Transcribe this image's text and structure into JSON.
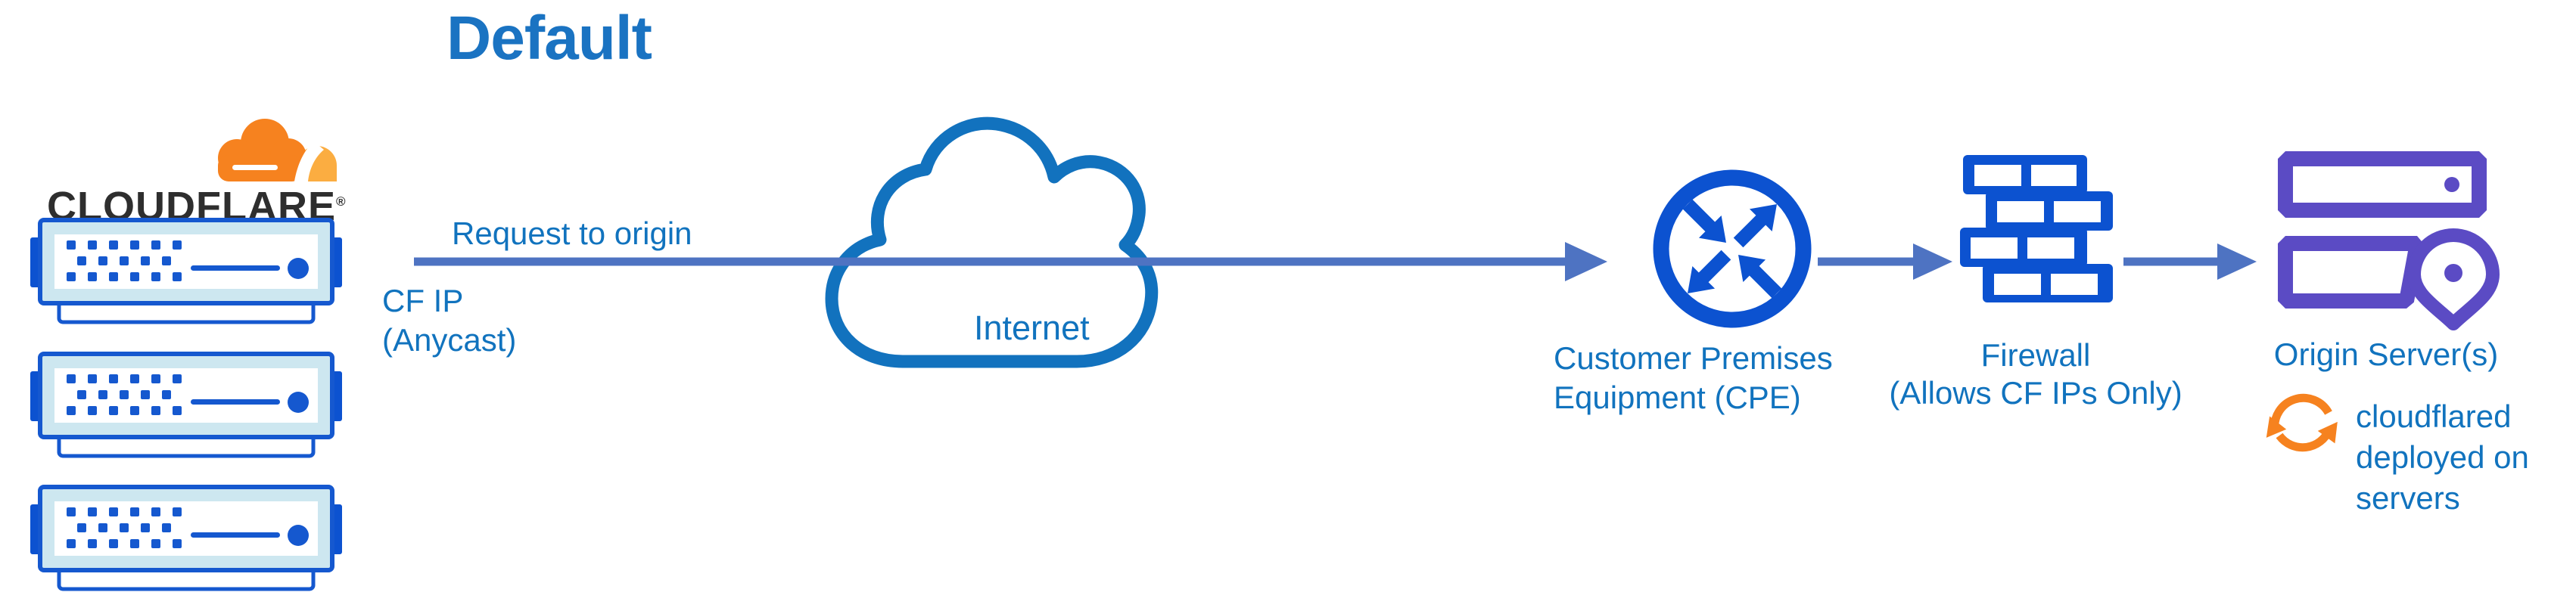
{
  "title": "Default",
  "brand": {
    "wordmark": "CLOUDFLARE",
    "registered_mark": "®"
  },
  "edge": {
    "request_label": "Request to origin",
    "cfip_line1": "CF IP",
    "cfip_line2": "(Anycast)"
  },
  "nodes": {
    "internet": {
      "label": "Internet"
    },
    "cpe": {
      "line1": "Customer Premises",
      "line2": "Equipment (CPE)"
    },
    "firewall": {
      "line1": "Firewall",
      "line2": "(Allows CF IPs Only)"
    },
    "origin": {
      "label": "Origin Server(s)"
    },
    "cloudflared": {
      "line1": "cloudflared",
      "line2": "deployed on",
      "line3": "servers"
    }
  },
  "colors": {
    "title_blue": "#1A73C2",
    "label_blue": "#1173BE",
    "icon_blue": "#0C52D0",
    "server_border_blue": "#1558CF",
    "server_panel_blue": "#CDE7F0",
    "arrow_steel_blue": "#4E73C2",
    "origin_purple": "#5B4BC4",
    "cf_orange": "#F6821F",
    "cf_orange_light": "#FBAD41",
    "wordmark_dark": "#2E2E2E"
  }
}
